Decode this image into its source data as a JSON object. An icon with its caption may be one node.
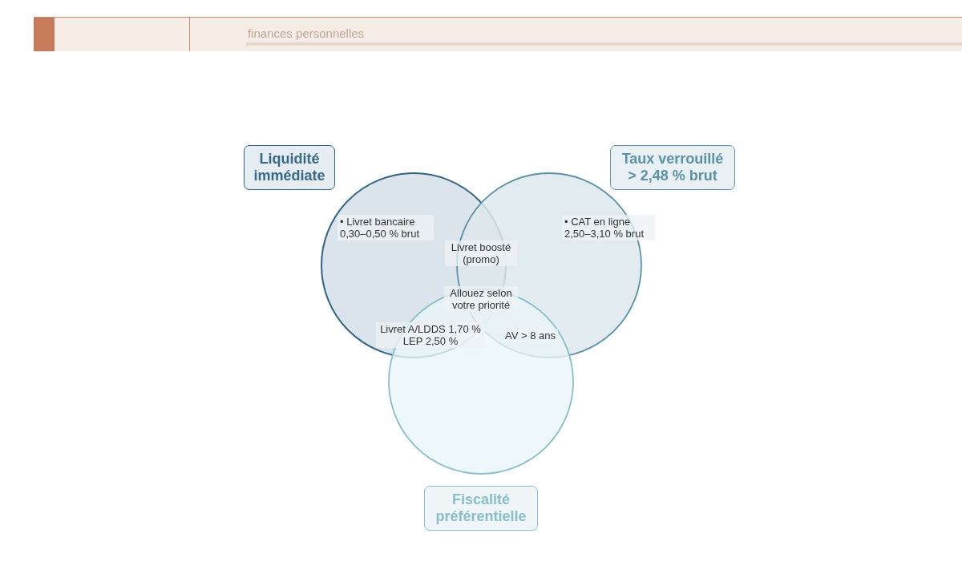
{
  "diagram": {
    "nodes": [
      {
        "text": [
          "Liquidité immédiate"
        ]
      },
      {
        "text": [
          "Taux verrouillé > 2,48 % brut"
        ]
      },
      {
        "text": [
          "Fiscalité préférentielle"
        ]
      }
    ],
    "labels": [
      "finances personnelles",
      "• Livret bancaire 0,30–0,50 % brut",
      "• CAT en ligne 2,50–3,10 % brut",
      "Livret boosté (promo)",
      "Allouez selon votre priorité",
      "Livret A/LDDS 1,70 % LEP 2,50 %",
      "AV > 8 ans"
    ]
  }
}
